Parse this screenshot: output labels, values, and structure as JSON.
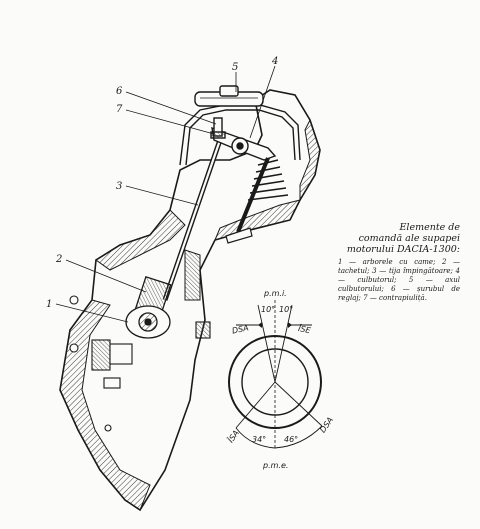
{
  "caption": {
    "title_line1": "Elemente de",
    "title_line2": "comandă ale supapei",
    "title_line3": "motorului DACIA-1300:",
    "text": "1 — arborele cu came; 2 — tachetul; 3 — tija împingătoare; 4 — culbutorul; 5 — axul culbutorului; 6 — șurubul de reglaj; 7 — contrapiuliță."
  },
  "callouts": {
    "c1": "1",
    "c2": "2",
    "c3": "3",
    "c4": "4",
    "c5": "5",
    "c6": "6",
    "c7": "7"
  },
  "timing": {
    "top_label": "p.m.i.",
    "bottom_label": "p.m.e.",
    "angle_top_left": "10°",
    "angle_top_right": "10°",
    "angle_bottom_left": "34°",
    "angle_bottom_right": "46°",
    "dsa_left": "DSA",
    "ise": "ÎSE",
    "isa": "ÎSA",
    "dsa_right": "DSA"
  },
  "colors": {
    "ink": "#1a1a1a",
    "paper": "#fbfbf9",
    "hatch": "#3a3a3a"
  }
}
